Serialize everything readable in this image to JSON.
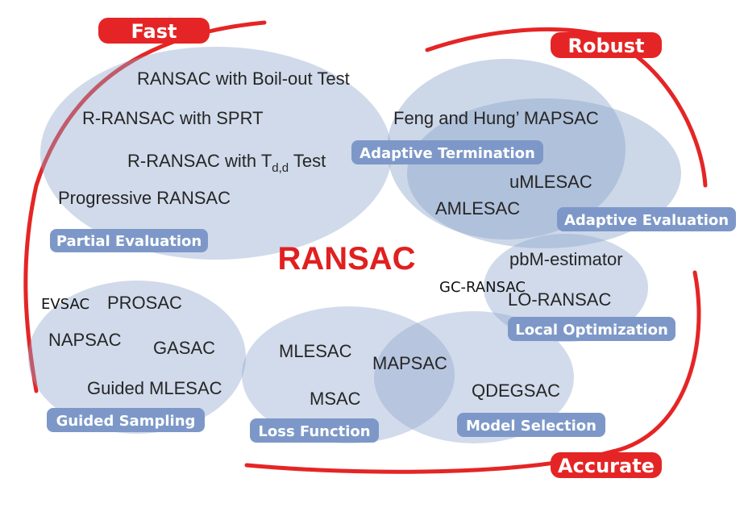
{
  "title": "RANSAC",
  "properties": {
    "fast": "Fast",
    "robust": "Robust",
    "accurate": "Accurate"
  },
  "groups": {
    "partial_evaluation": "Partial Evaluation",
    "adaptive_termination": "Adaptive Termination",
    "adaptive_evaluation": "Adaptive Evaluation",
    "local_optimization": "Local Optimization",
    "guided_sampling": "Guided Sampling",
    "loss_function": "Loss Function",
    "model_selection": "Model Selection"
  },
  "methods": {
    "boil_out": "RANSAC with Boil-out Test",
    "sprt": "R-RANSAC with SPRT",
    "tdd_prefix": "R-RANSAC with T",
    "tdd_sub": "d,d",
    "tdd_suffix": " Test",
    "progressive": "Progressive RANSAC",
    "feng_hung": "Feng and Hung’ MAPSAC",
    "umlesac": "uMLESAC",
    "amlesac": "AMLESAC",
    "pbm": "pbM-estimator",
    "gc_ransac": "GC-RANSAC",
    "lo_ransac": "LO-RANSAC",
    "evsac": "EVSAC",
    "prosac": "PROSAC",
    "napsac": "NAPSAC",
    "gasac": "GASAC",
    "guided_mlesac": "Guided MLESAC",
    "mlesac": "MLESAC",
    "mapsac": "MAPSAC",
    "msac": "MSAC",
    "qdegsac": "QDEGSAC"
  },
  "colors": {
    "ellipse_fill": "#8fa6cc",
    "badge_fill": "#7d98c8",
    "accent_red": "#e02020"
  }
}
